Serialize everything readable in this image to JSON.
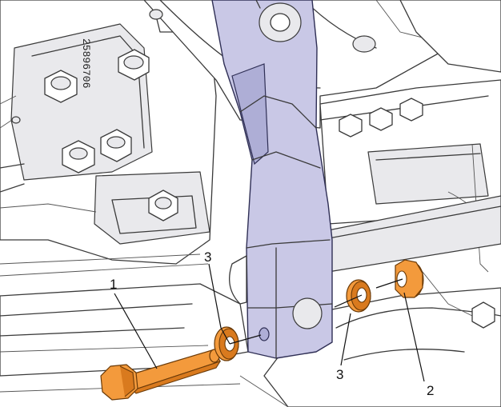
{
  "diagram": {
    "callouts": [
      {
        "id": "c1",
        "label": "1"
      },
      {
        "id": "c3a",
        "label": "3"
      },
      {
        "id": "c3b",
        "label": "3"
      },
      {
        "id": "c2",
        "label": "2"
      }
    ],
    "stamped_marking": "25896706",
    "colors": {
      "link": "#c9c8e6",
      "hardware": "#f39a3c",
      "line": "#3a3a3a"
    }
  }
}
